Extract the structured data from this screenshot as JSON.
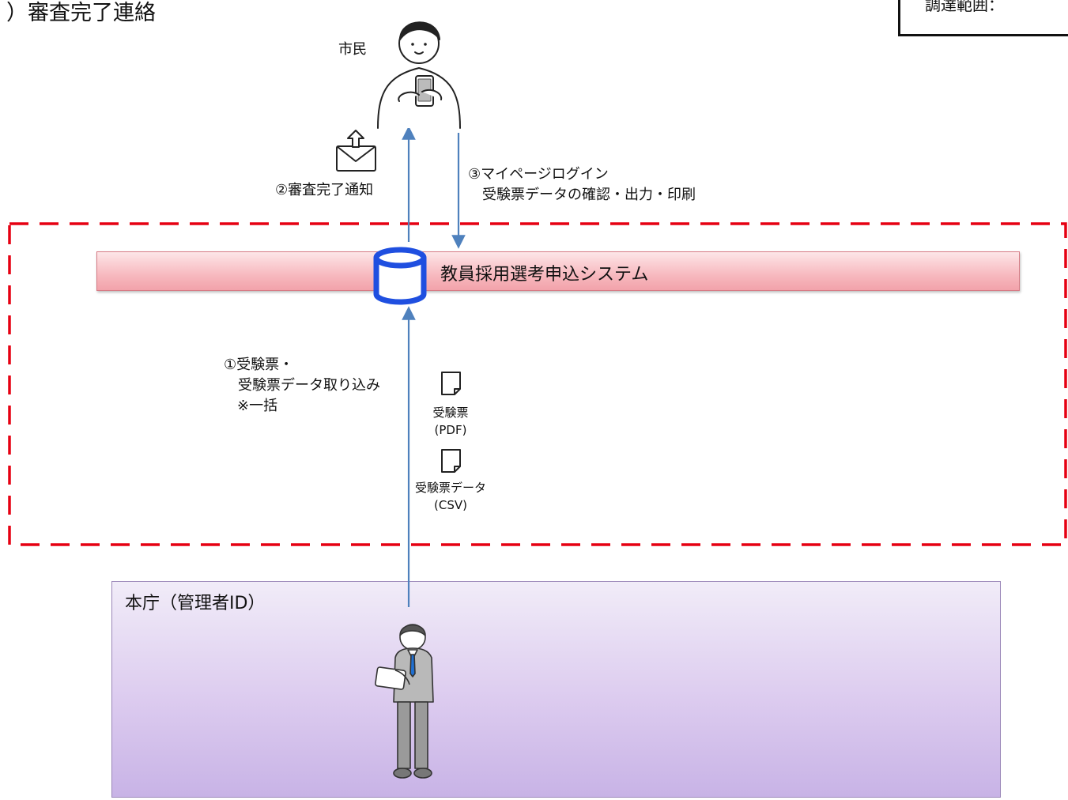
{
  "title": "）審査完了連絡",
  "legend": {
    "label": "調達範囲："
  },
  "actors": {
    "citizen": "市民",
    "admin_area": "本庁（管理者ID）"
  },
  "system": {
    "name": "教員採用選考申込システム"
  },
  "steps": {
    "step1": [
      "①受験票・",
      "　受験票データ取り込み",
      "※一括"
    ],
    "step2": "②審査完了通知",
    "step3": [
      "③マイページログイン",
      "　受験票データの確認・出力・印刷"
    ]
  },
  "files": [
    {
      "name": "受験票",
      "format": "(PDF)"
    },
    {
      "name": "受験票データ",
      "format": "(CSV)"
    }
  ],
  "colors": {
    "scope_dash": "#e60012",
    "arrow": "#4f81bd",
    "db_blue": "#1f4fe0"
  },
  "icons": [
    "person-with-phone-icon",
    "envelope-upload-icon",
    "database-icon",
    "document-icon",
    "businessman-with-tablet-icon"
  ]
}
